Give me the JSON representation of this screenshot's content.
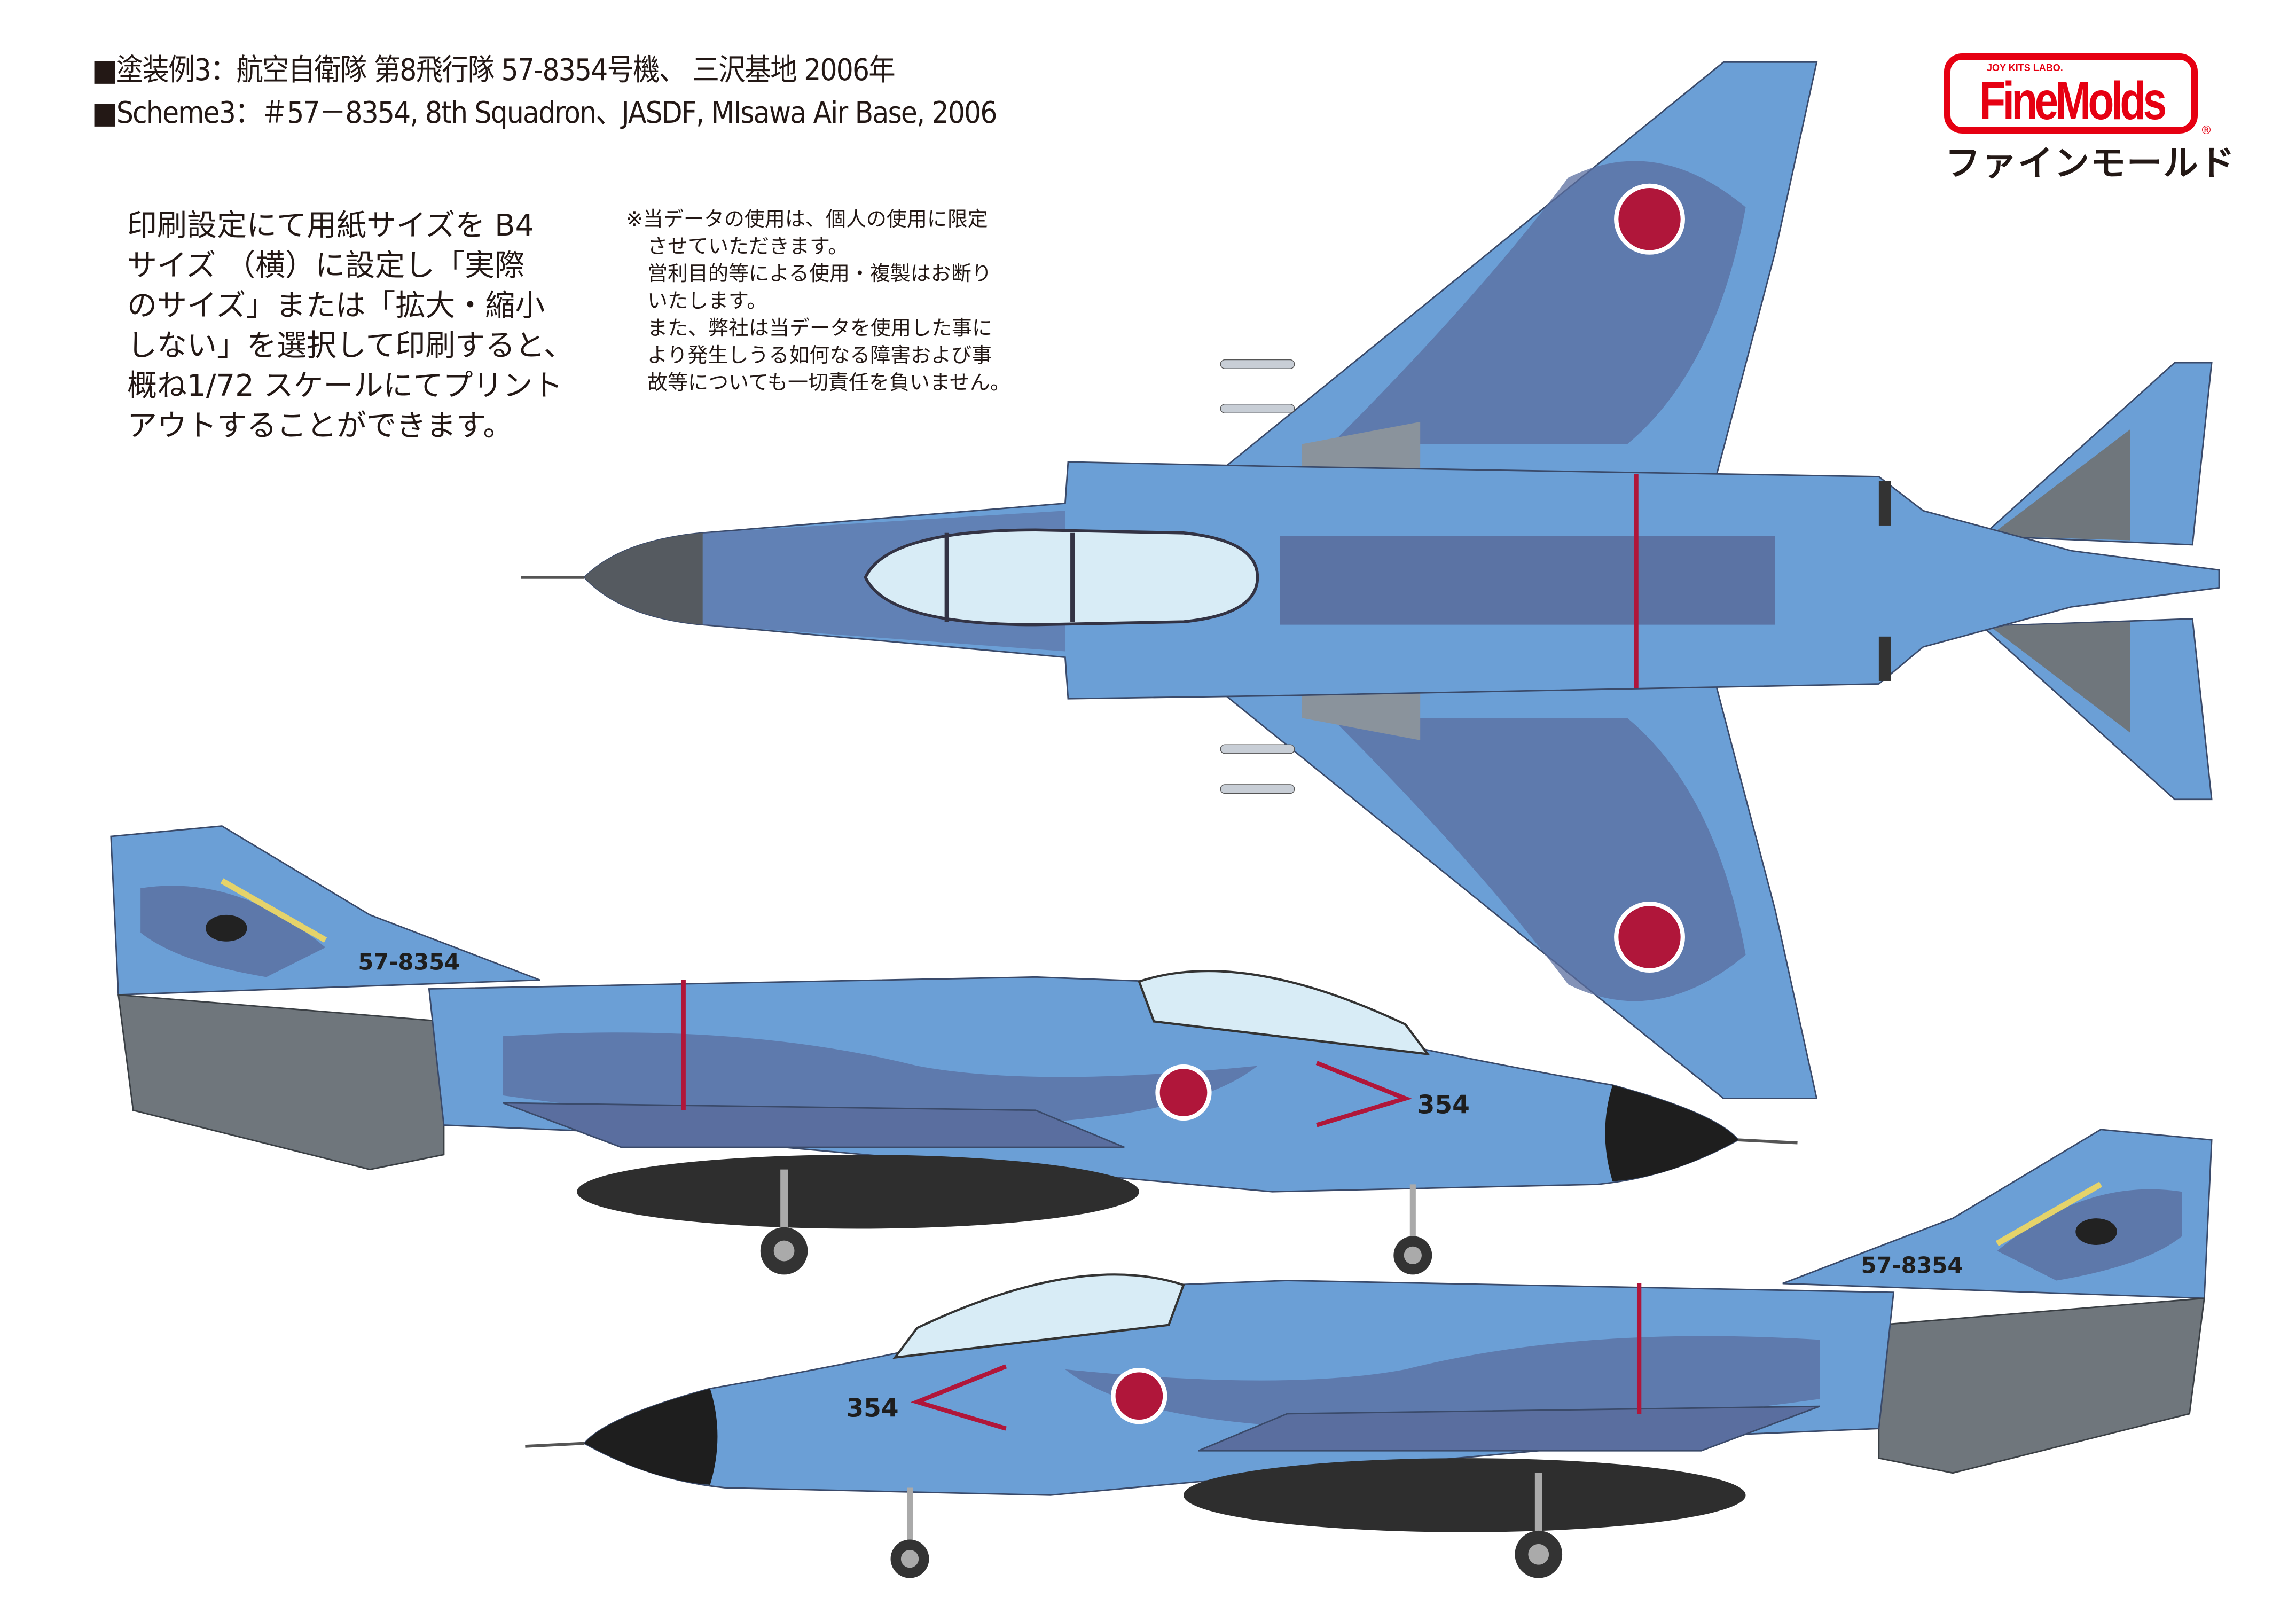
{
  "header": {
    "title_ja": "■塗装例3：航空自衛隊 第8飛行隊 57-8354号機、 三沢基地 2006年",
    "title_en": "■Scheme3：＃57－8354, 8th Squadron、JASDF, MIsawa Air Base, 2006"
  },
  "print_instructions": [
    "印刷設定にて用紙サイズを B4",
    "サイズ （横）に設定し「実際",
    "のサイズ」または「拡大・縮小",
    "しない」を選択して印刷すると、",
    "概ね1/72 スケールにてプリント",
    "アウトすることができます。"
  ],
  "usage_note": [
    "※当データの使用は、個人の使用に限定",
    "させていただきます。",
    "営利目的等による使用・複製はお断り",
    "いたします。",
    "また、弊社は当データを使用した事に",
    "より発生しうる如何なる障害および事",
    "故等についても一切責任を負いません。"
  ],
  "logo": {
    "main": "FineMolds",
    "sub": "JOY KITS LABO.",
    "kana": "ファインモールド",
    "registered": "®",
    "color": "#e60012"
  },
  "aircraft": {
    "serial_marking": "57-8354",
    "nose_number": "354",
    "colors": {
      "light_blue": "#6b9fd6",
      "dark_blue": "#5a6e9f",
      "grey": "#6f767c",
      "nose_black": "#1e1e1e",
      "roundel_red": "#b0163a",
      "canopy": "#d8ecf6"
    }
  }
}
